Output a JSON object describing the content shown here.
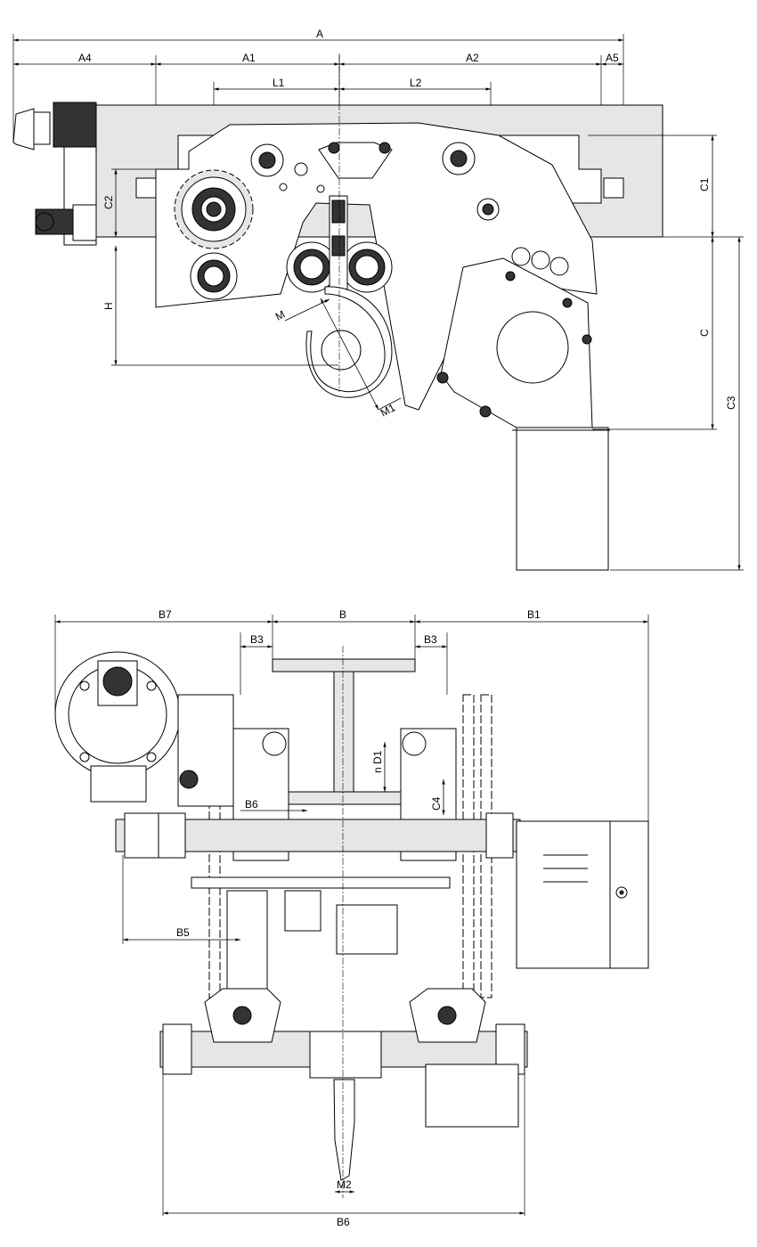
{
  "side_view": {
    "dimensions": {
      "A": "A",
      "A1": "A1",
      "A2": "A2",
      "A4": "A4",
      "A5": "A5",
      "L1": "L1",
      "L2": "L2",
      "C": "C",
      "C1": "C1",
      "C2": "C2",
      "C3": "C3",
      "H": "H",
      "M": "M",
      "M1": "M1"
    }
  },
  "front_view": {
    "dimensions": {
      "B": "B",
      "B1": "B1",
      "B3_left": "B3",
      "B3_right": "B3",
      "B5": "B5",
      "B6_flange": "B6",
      "B6_bottom": "B6",
      "B7": "B7",
      "C4": "C4",
      "nD1": "n D1",
      "M2": "M2"
    }
  }
}
